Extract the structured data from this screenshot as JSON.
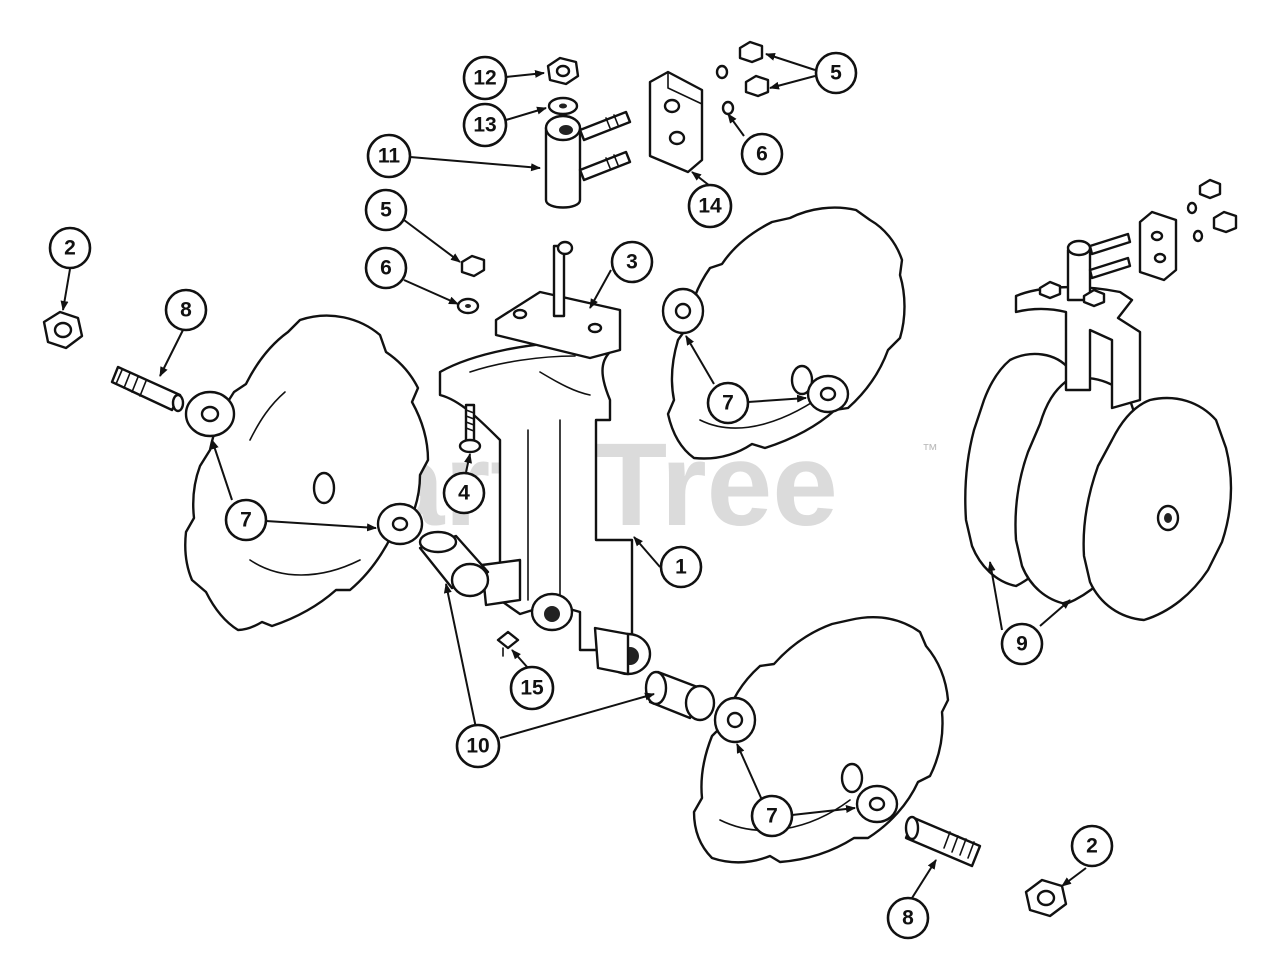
{
  "watermark": {
    "text": "PartsTree",
    "trademark": "™"
  },
  "callouts": {
    "c1": "1",
    "c2a": "2",
    "c2b": "2",
    "c3": "3",
    "c4": "4",
    "c5a": "5",
    "c5b": "5",
    "c6a": "6",
    "c6b": "6",
    "c7a": "7",
    "c7b": "7",
    "c7c": "7",
    "c8a": "8",
    "c8b": "8",
    "c9": "9",
    "c10": "10",
    "c11": "11",
    "c12": "12",
    "c13": "13",
    "c14": "14",
    "c15": "15"
  },
  "icons": {
    "callout_arrow": "arrow-head-icon"
  }
}
